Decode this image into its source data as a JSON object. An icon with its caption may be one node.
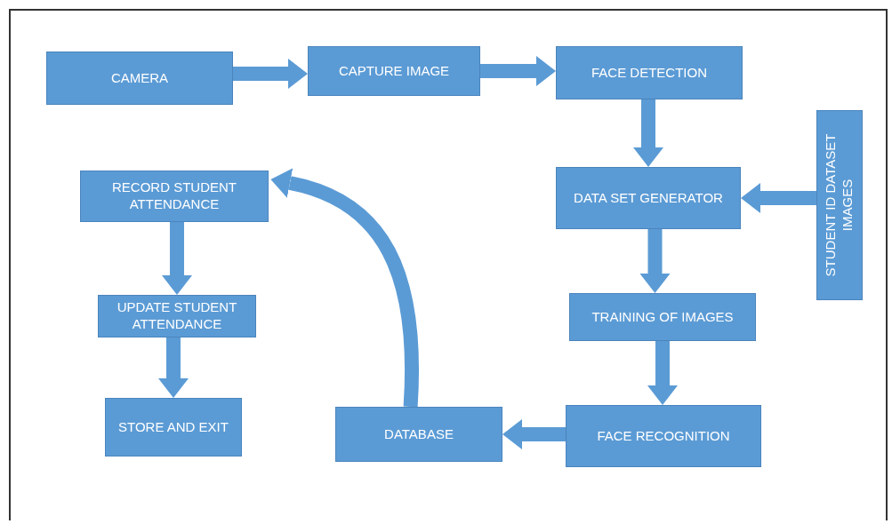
{
  "diagram": {
    "nodes": [
      {
        "text": [
          "CAMERA"
        ]
      },
      {
        "text": [
          "CAPTURE IMAGE"
        ]
      },
      {
        "text": [
          "FACE DETECTION"
        ]
      },
      {
        "text": [
          "DATA SET GENERATOR"
        ]
      },
      {
        "text": [
          "STUDENT ID DATASET IMAGES"
        ]
      },
      {
        "text": [
          "TRAINING OF IMAGES"
        ]
      },
      {
        "text": [
          "FACE RECOGNITION"
        ]
      },
      {
        "text": [
          "DATABASE"
        ]
      },
      {
        "text": [
          "RECORD STUDENT ATTENDANCE"
        ]
      },
      {
        "text": [
          "UPDATE STUDENT ATTENDANCE"
        ]
      },
      {
        "text": [
          "STORE AND EXIT"
        ]
      }
    ],
    "edges": [
      {
        "from": 0,
        "to": 1,
        "arrow": "to"
      },
      {
        "from": 1,
        "to": 2,
        "arrow": "to"
      },
      {
        "from": 2,
        "to": 3,
        "arrow": "to"
      },
      {
        "from": 4,
        "to": 3,
        "arrow": "to"
      },
      {
        "from": 3,
        "to": 5,
        "arrow": "to"
      },
      {
        "from": 5,
        "to": 6,
        "arrow": "to"
      },
      {
        "from": 6,
        "to": 7,
        "arrow": "to"
      },
      {
        "from": 7,
        "to": 8,
        "arrow": "to"
      },
      {
        "from": 8,
        "to": 9,
        "arrow": "to"
      },
      {
        "from": 9,
        "to": 10,
        "arrow": "to"
      }
    ]
  }
}
